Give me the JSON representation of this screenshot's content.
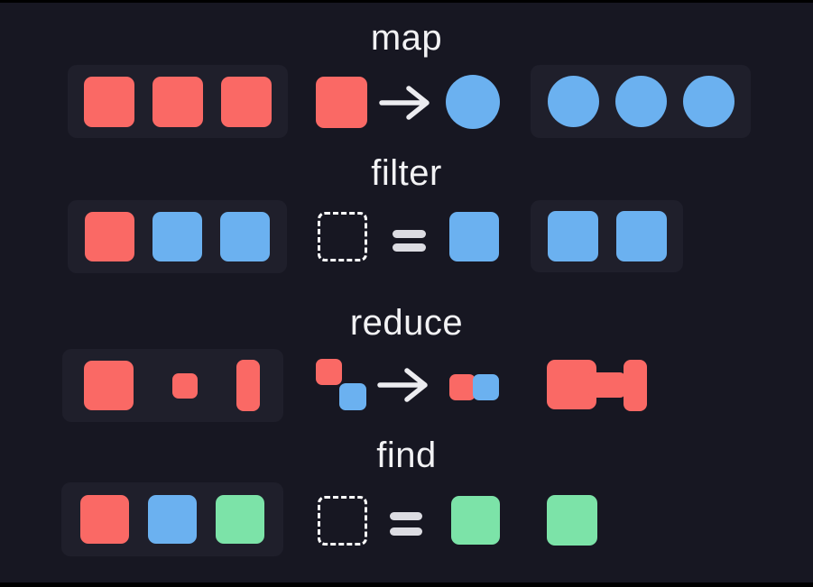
{
  "page": {
    "kind": "array-methods-diagram",
    "background": "#171722",
    "text_color": "#f2f2f4"
  },
  "colors": {
    "background": "#171722",
    "tray": "#1f1f2b",
    "red": "#fa6965",
    "blue": "#6bb1f0",
    "green": "#7ce3a8",
    "text": "#f2f2f4",
    "arrow": "#ececf0",
    "equals": "#dcdce2",
    "dashed": "#ffffff"
  },
  "rows": [
    {
      "label": "map",
      "input": [
        "red-square",
        "red-square",
        "red-square"
      ],
      "operation": {
        "left": "red-square",
        "symbol": "arrow",
        "right": "blue-circle"
      },
      "output": [
        "blue-circle",
        "blue-circle",
        "blue-circle"
      ],
      "output_in_tray": true
    },
    {
      "label": "filter",
      "input": [
        "red-square",
        "blue-square",
        "blue-square"
      ],
      "operation": {
        "left": "dashed-placeholder-square",
        "symbol": "equals",
        "right": "blue-square"
      },
      "output": [
        "blue-square",
        "blue-square"
      ],
      "output_in_tray": true
    },
    {
      "label": "reduce",
      "input": [
        "large-red-square",
        "small-red-square",
        "tall-red-rectangle"
      ],
      "operation": {
        "left": "red-and-blue-stacked-squares",
        "symbol": "arrow",
        "right": "red-and-blue-joined-squares"
      },
      "output": [
        "merged-red-shape"
      ],
      "output_in_tray": false
    },
    {
      "label": "find",
      "input": [
        "red-square",
        "blue-square",
        "green-square"
      ],
      "operation": {
        "left": "dashed-placeholder-square",
        "symbol": "equals",
        "right": "green-square"
      },
      "output": [
        "green-square"
      ],
      "output_in_tray": false
    }
  ]
}
